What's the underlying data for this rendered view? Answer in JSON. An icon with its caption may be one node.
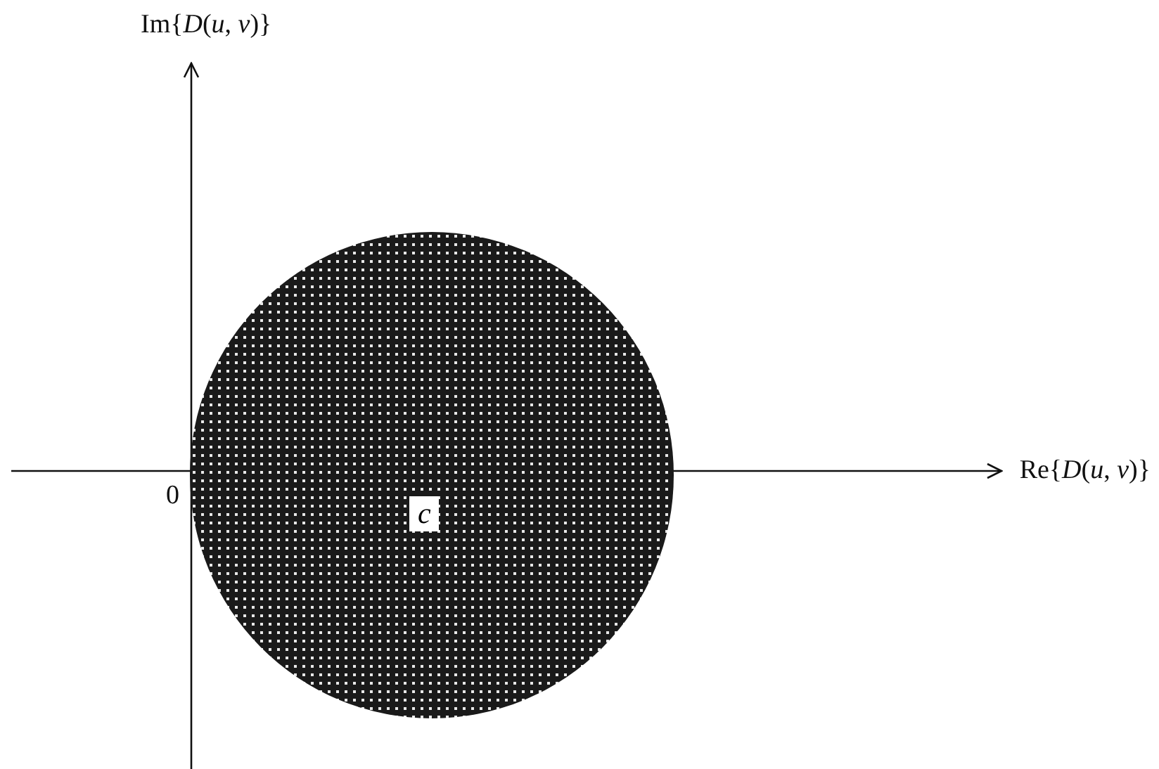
{
  "diagram": {
    "nodes": [
      {
        "text": [
          "c"
        ]
      }
    ],
    "edges": [],
    "labels": [
      "Im{*D*(*u*, *v*)}",
      "Re{*D*(*u*, *v*)}",
      "0"
    ]
  }
}
